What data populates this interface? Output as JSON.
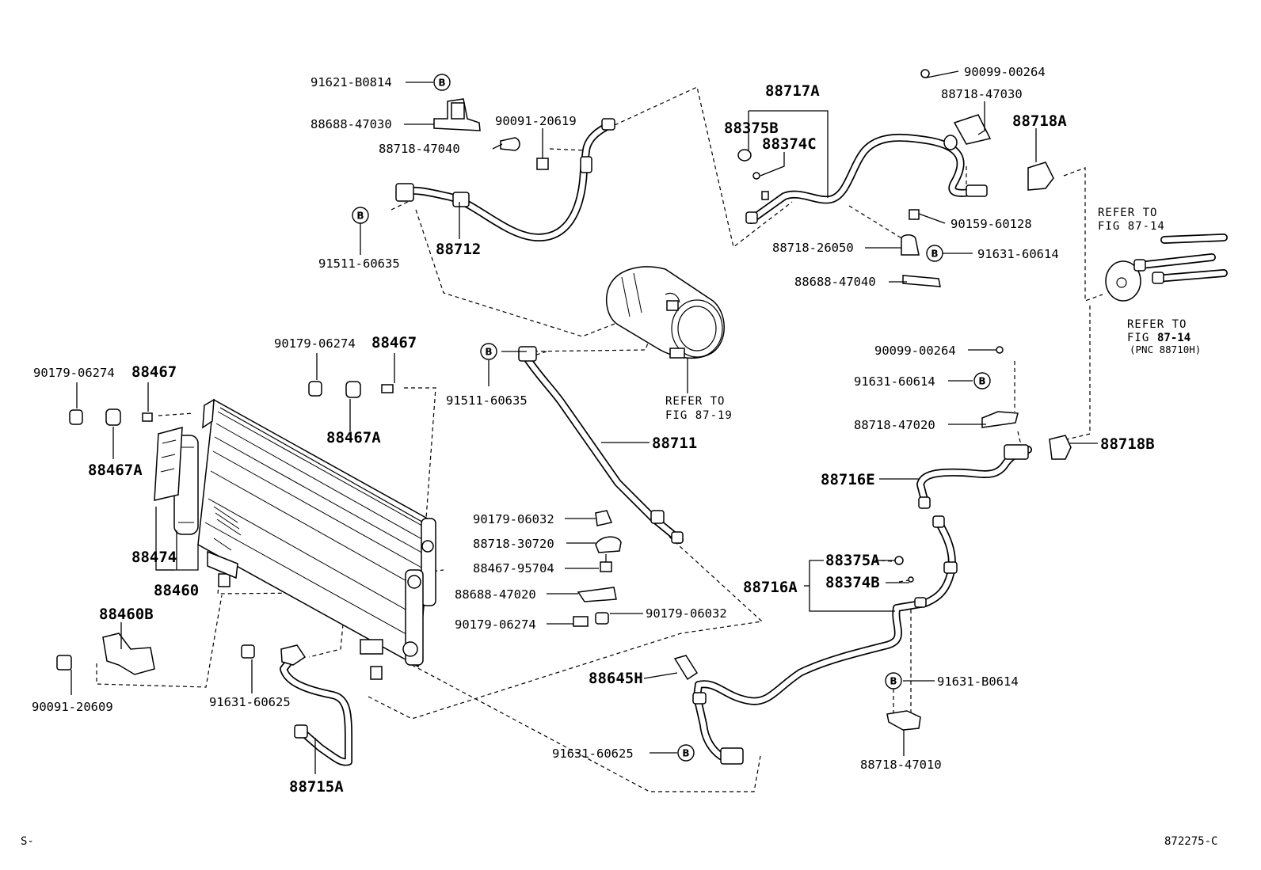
{
  "parts": {
    "p_91621_B0814": "91621-B0814",
    "p_88688_47030": "88688-47030",
    "p_90091_20619": "90091-20619",
    "p_88718_47040": "88718-47040",
    "p_91511_60635_top": "91511-60635",
    "p_88712": "88712",
    "p_88717A": "88717A",
    "p_88375B": "88375B",
    "p_88374C": "88374C",
    "p_90099_00264_top": "90099-00264",
    "p_88718_47030": "88718-47030",
    "p_88718A": "88718A",
    "p_90159_60128": "90159-60128",
    "p_88718_26050": "88718-26050",
    "p_91631_60614_top": "91631-60614",
    "p_88688_47040": "88688-47040",
    "p_90179_06274_mid": "90179-06274",
    "p_88467_mid": "88467",
    "p_91511_60635_mid": "91511-60635",
    "p_88467A_mid": "88467A",
    "p_88711": "88711",
    "p_90179_06274_left": "90179-06274",
    "p_88467_left": "88467",
    "p_88467A_left": "88467A",
    "p_88474": "88474",
    "p_88460": "88460",
    "p_88460B": "88460B",
    "p_90091_20609": "90091-20609",
    "p_91631_60625_left": "91631-60625",
    "p_88715A": "88715A",
    "p_90179_06032_a": "90179-06032",
    "p_88718_30720": "88718-30720",
    "p_88467_95704": "88467-95704",
    "p_88688_47020": "88688-47020",
    "p_90179_06274_low": "90179-06274",
    "p_90179_06032_b": "90179-06032",
    "p_90099_00264_right": "90099-00264",
    "p_91631_60614_right": "91631-60614",
    "p_88718_47020": "88718-47020",
    "p_88718B": "88718B",
    "p_88716E": "88716E",
    "p_88375A": "88375A",
    "p_88374B": "88374B",
    "p_88716A": "88716A",
    "p_88645H": "88645H",
    "p_91631_B0614": "91631-B0614",
    "p_91631_60625_bottom": "91631-60625",
    "p_88718_47010": "88718-47010"
  },
  "bolt_marker": "B",
  "references": {
    "refer_to": "REFER TO",
    "fig_87_19": "FIG 87-19",
    "fig_prefix": "FIG",
    "fig_87_14_top": "FIG 87-14",
    "fig_87_14_num": "87-14",
    "pnc_note": "(PNC 88710H)"
  },
  "footer": {
    "left": "S-",
    "right": "872275-C"
  }
}
